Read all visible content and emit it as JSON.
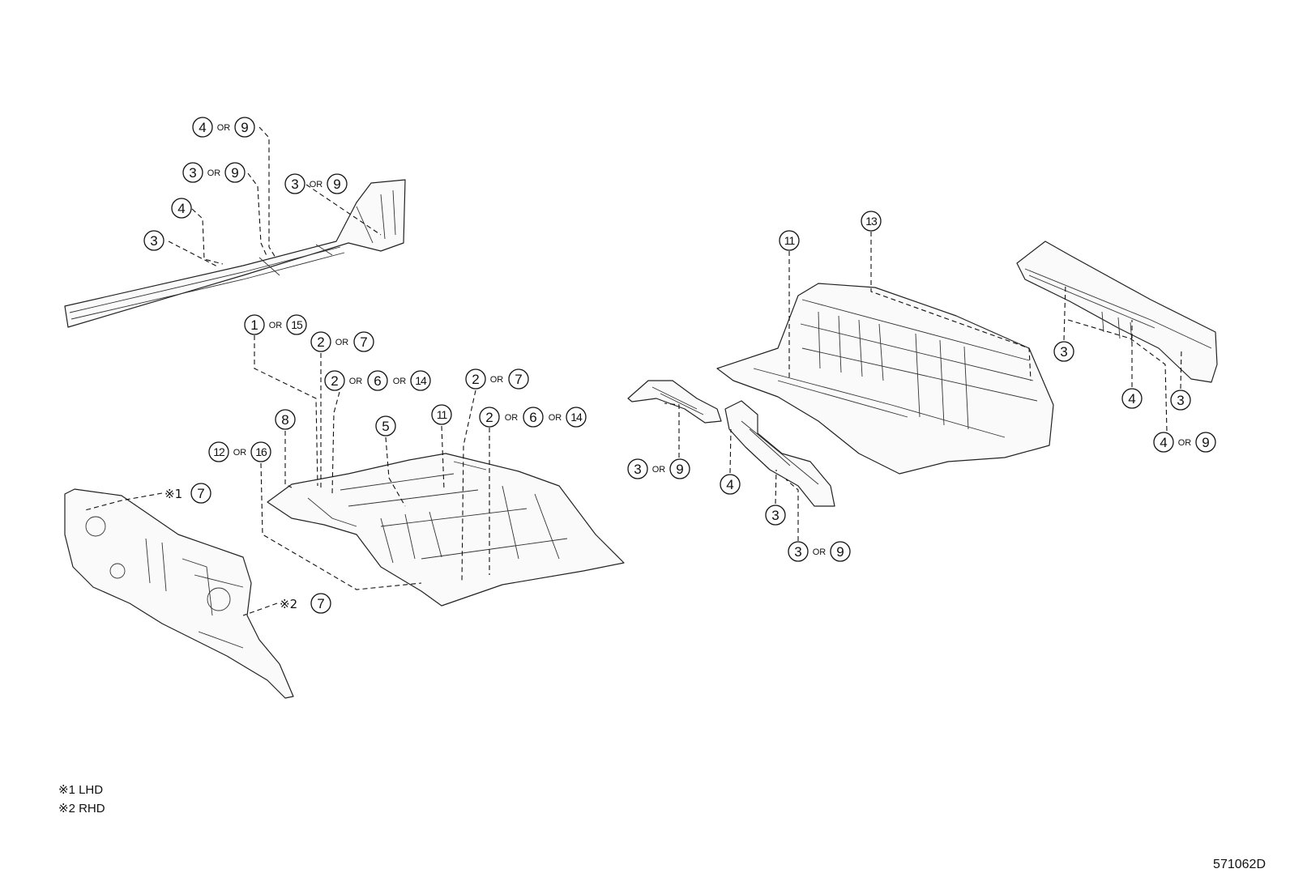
{
  "labels": {
    "or": "OR",
    "lhd_mark": "※1",
    "rhd_mark": "※2"
  },
  "callouts": {
    "rocker_4_or_9": [
      "4",
      "9"
    ],
    "rocker_3_or_9_a": [
      "3",
      "9"
    ],
    "rocker_3_or_9_b": [
      "3",
      "9"
    ],
    "rocker_4": [
      "4"
    ],
    "rocker_3": [
      "3"
    ],
    "floor_1_or_15": [
      "1",
      "15"
    ],
    "floor_2_or_7_a": [
      "2",
      "7"
    ],
    "floor_2_or_6_or_14_a": [
      "2",
      "6",
      "14"
    ],
    "floor_2_or_7_b": [
      "2",
      "7"
    ],
    "floor_2_or_6_or_14_b": [
      "2",
      "6",
      "14"
    ],
    "floor_8": [
      "8"
    ],
    "floor_5": [
      "5"
    ],
    "floor_11": [
      "11"
    ],
    "floor_12_or_16": [
      "12",
      "16"
    ],
    "dash_lhd_7": [
      "7"
    ],
    "dash_rhd_7": [
      "7"
    ],
    "rear_11": [
      "11"
    ],
    "rear_13": [
      "13"
    ],
    "mid_3_or_9_a": [
      "3",
      "9"
    ],
    "mid_4": [
      "4"
    ],
    "mid_3": [
      "3"
    ],
    "mid_3_or_9_b": [
      "3",
      "9"
    ],
    "rail_3_a": [
      "3"
    ],
    "rail_4": [
      "4"
    ],
    "rail_3_b": [
      "3"
    ],
    "rail_4_or_9": [
      "4",
      "9"
    ]
  },
  "notes": [
    "※1 LHD",
    "※2 RHD"
  ],
  "diagram_code": "571062D"
}
